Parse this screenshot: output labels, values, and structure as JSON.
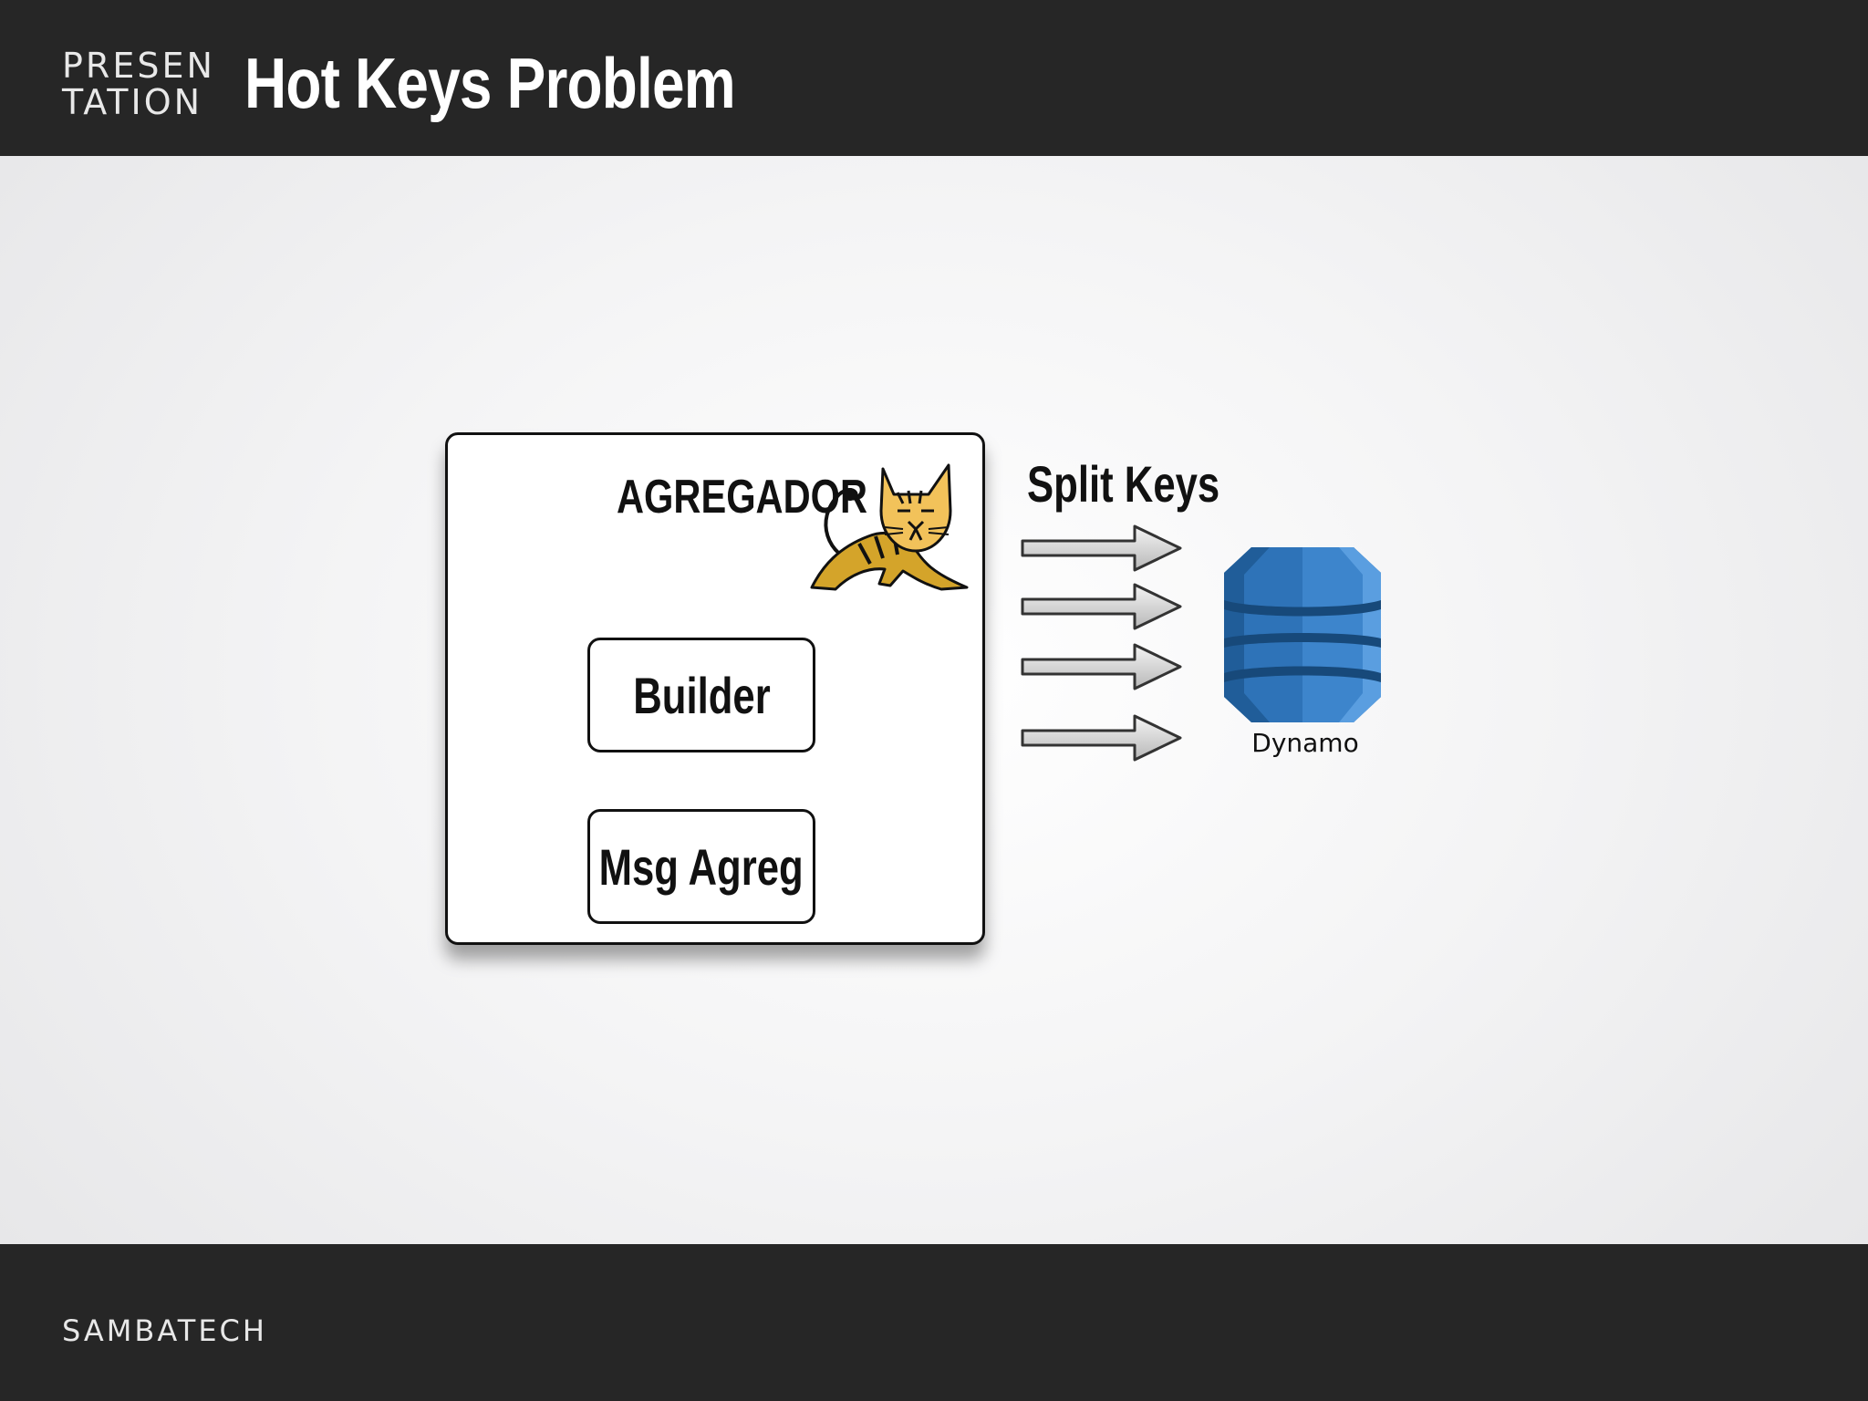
{
  "header": {
    "brand_line1": "PRESEN",
    "brand_line2": "TATION",
    "title": "Hot Keys Problem"
  },
  "diagram": {
    "aggregator_label": "AGREGADOR",
    "modules": [
      "Builder",
      "Msg Agreg"
    ],
    "arrow_label": "Split Keys",
    "arrow_count": 4,
    "target_label": "Dynamo",
    "icons": {
      "server": "tomcat-icon",
      "database": "dynamodb-icon"
    }
  },
  "footer": {
    "brand": "SAMBATECH"
  },
  "colors": {
    "bar": "#262626",
    "dynamo_blue": "#2e73b8",
    "tomcat_gold": "#d4a42a"
  }
}
